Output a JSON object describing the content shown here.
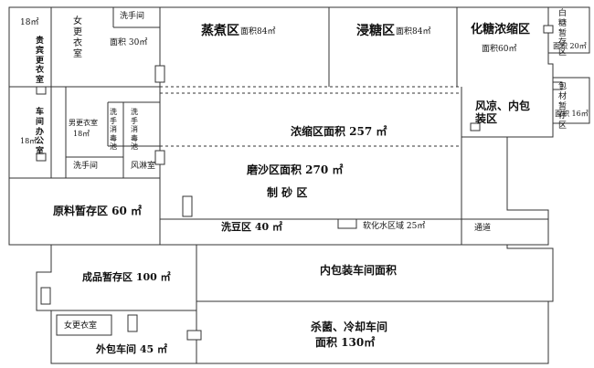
{
  "rooms": {
    "vip_area": "18㎡",
    "vip_changing_room": "贵宾更衣室",
    "womens_changing_room_top": "女更衣室",
    "womens_changing_area": "面积 30㎡",
    "hand_wash_top": "洗手间",
    "steam_cook": "蒸煮区",
    "steam_cook_area": "面积84㎡",
    "sugar_soak": "浸糖区",
    "sugar_soak_area": "面积84㎡",
    "sugar_melt": "化糖浓缩区",
    "sugar_melt_area": "面积60㎡",
    "white_sugar_storage": "白糖暂存区",
    "white_sugar_area": "面积 20㎡",
    "workshop_office": "车间办公室",
    "office_area": "18㎡",
    "mens_changing": "男更衣室",
    "mens_changing_area": "18㎡",
    "hand_pool_1": "洗手消毒池",
    "hand_pool_2": "洗手消毒池",
    "hand_wash_mid": "洗手间",
    "air_shower": "风淋室",
    "concentrate": "浓缩区面积 257 ㎡",
    "grind_sand": "磨沙区面积 270 ㎡",
    "make_sand": "制 砂 区",
    "cooling_packing": "风凉、内包装区",
    "packaging_storage": "包材暂存区",
    "packaging_area": "面积 16㎡",
    "raw_storage": "原料暂存区 60 ㎡",
    "bean_wash": "洗豆区 40 ㎡",
    "water_softening": "软化水区域 25㎡",
    "passage": "通道",
    "finished_storage": "成品暂存区 100 ㎡",
    "inner_pack_workshop": "内包装车间面积",
    "womens_changing_bottom": "女更衣室",
    "sterilize_cool": "杀菌、冷却车间",
    "sterilize_area": "面积 130㎡",
    "outer_pack": "外包车间 45 ㎡"
  }
}
